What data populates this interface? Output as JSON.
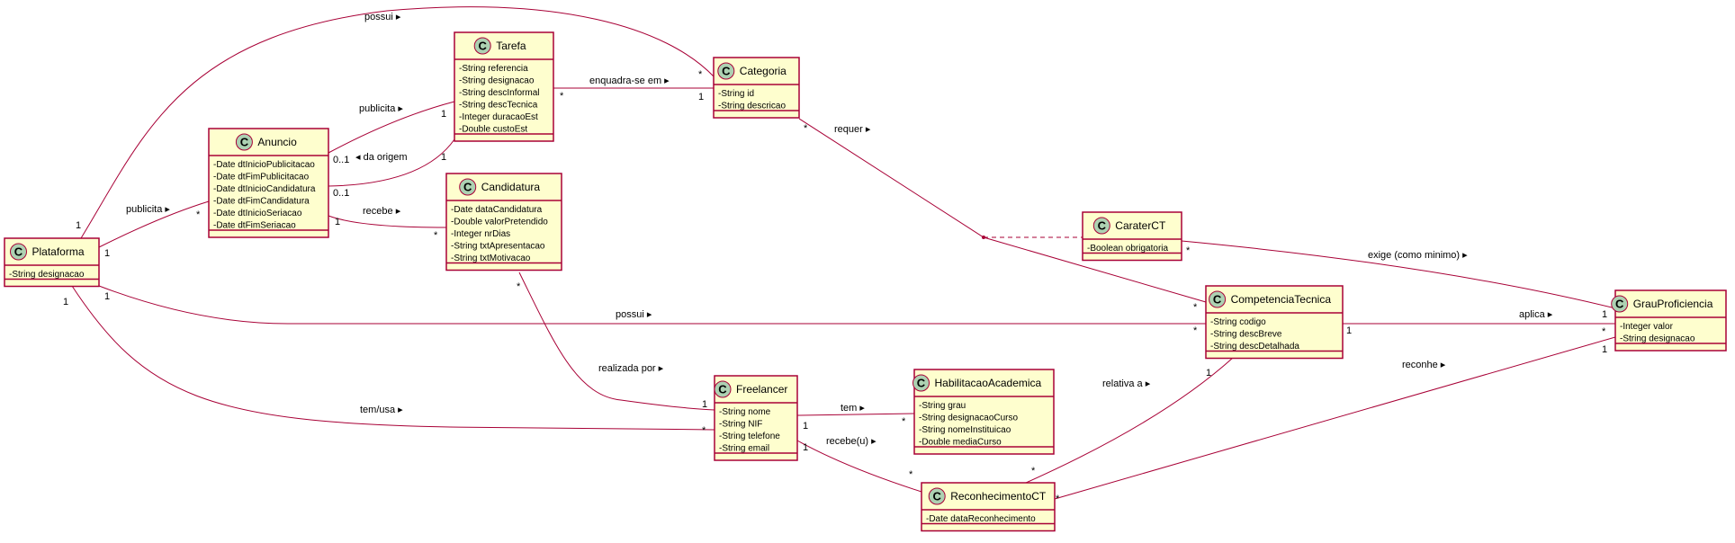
{
  "classes": {
    "plataforma": {
      "name": "Plataforma",
      "badge": "C",
      "attrs": [
        "-String designacao"
      ]
    },
    "anuncio": {
      "name": "Anuncio",
      "badge": "C",
      "attrs": [
        "-Date dtInicioPublicitacao",
        "-Date dtFimPublicitacao",
        "-Date dtInicioCandidatura",
        "-Date dtFimCandidatura",
        "-Date dtInicioSeriacao",
        "-Date dtFimSeriacao"
      ]
    },
    "tarefa": {
      "name": "Tarefa",
      "badge": "C",
      "attrs": [
        "-String referencia",
        "-String designacao",
        "-String descInformal",
        "-String descTecnica",
        "-Integer duracaoEst",
        "-Double custoEst"
      ]
    },
    "categoria": {
      "name": "Categoria",
      "badge": "C",
      "attrs": [
        "-String id",
        "-String descricao"
      ]
    },
    "candidatura": {
      "name": "Candidatura",
      "badge": "C",
      "attrs": [
        "-Date dataCandidatura",
        "-Double valorPretendido",
        "-Integer nrDias",
        "-String txtApresentacao",
        "-String txtMotivacao"
      ]
    },
    "caraterct": {
      "name": "CaraterCT",
      "badge": "C",
      "attrs": [
        "-Boolean obrigatoria"
      ]
    },
    "competencia": {
      "name": "CompetenciaTecnica",
      "badge": "C",
      "attrs": [
        "-String codigo",
        "-String descBreve",
        "-String descDetalhada"
      ]
    },
    "grau": {
      "name": "GrauProficiencia",
      "badge": "C",
      "attrs": [
        "-Integer valor",
        "-String designacao"
      ]
    },
    "freelancer": {
      "name": "Freelancer",
      "badge": "C",
      "attrs": [
        "-String nome",
        "-String NIF",
        "-String telefone",
        "-String email"
      ]
    },
    "habilitacao": {
      "name": "HabilitacaoAcademica",
      "badge": "C",
      "attrs": [
        "-String grau",
        "-String designacaoCurso",
        "-String nomeInstituicao",
        "-Double mediaCurso"
      ]
    },
    "reconhecimento": {
      "name": "ReconhecimentoCT",
      "badge": "C",
      "attrs": [
        "-Date dataReconhecimento"
      ]
    }
  },
  "labels": {
    "possui_top": "possui ▸",
    "publicita_tarefa": "publicita ▸",
    "enquadra": "enquadra-se em ▸",
    "da_origem": "◂ da origem",
    "publicita_anuncio": "publicita ▸",
    "recebe": "recebe ▸",
    "requer": "requer ▸",
    "exige": "exige (como minimo) ▸",
    "possui_mid": "possui ▸",
    "aplica": "aplica ▸",
    "reconhe": "reconhe ▸",
    "relativa": "relativa a ▸",
    "realizada": "realizada por ▸",
    "tem": "tem ▸",
    "tem_usa": "tem/usa ▸",
    "recebe_u": "recebe(u) ▸"
  },
  "multiplicities": {
    "plat_possui_top": "1",
    "cat_possui_top": "*",
    "anun_pub_tarefa": "0..1",
    "tarefa_pub": "1",
    "tarefa_enq": "*",
    "cat_enq": "1",
    "anun_origem": "0..1",
    "tarefa_origem": "1",
    "plat_pub_anun": "1",
    "anun_pub": "*",
    "anun_recebe": "1",
    "cand_recebe": "*",
    "cat_requer": "*",
    "car_exige": "*",
    "grau_exige": "1",
    "comp_requer": "*",
    "plat_possui_mid": "1",
    "comp_possui": "*",
    "comp_aplica": "1",
    "grau_aplica": "*",
    "grau_reconhe": "1",
    "comp_relativa": "1",
    "cand_realizada": "*",
    "free_realizada": "1",
    "plat_tem_usa": "1",
    "free_tem_usa": "*",
    "free_tem": "1",
    "hab_tem": "*",
    "free_recebe": "1",
    "rec_recebe": "*",
    "rec_relativa": "*",
    "rec_reconhe": "*"
  },
  "colors": {
    "class_fill": "#FEFECE",
    "border": "#A80036",
    "badge": "#ADD1B2"
  }
}
